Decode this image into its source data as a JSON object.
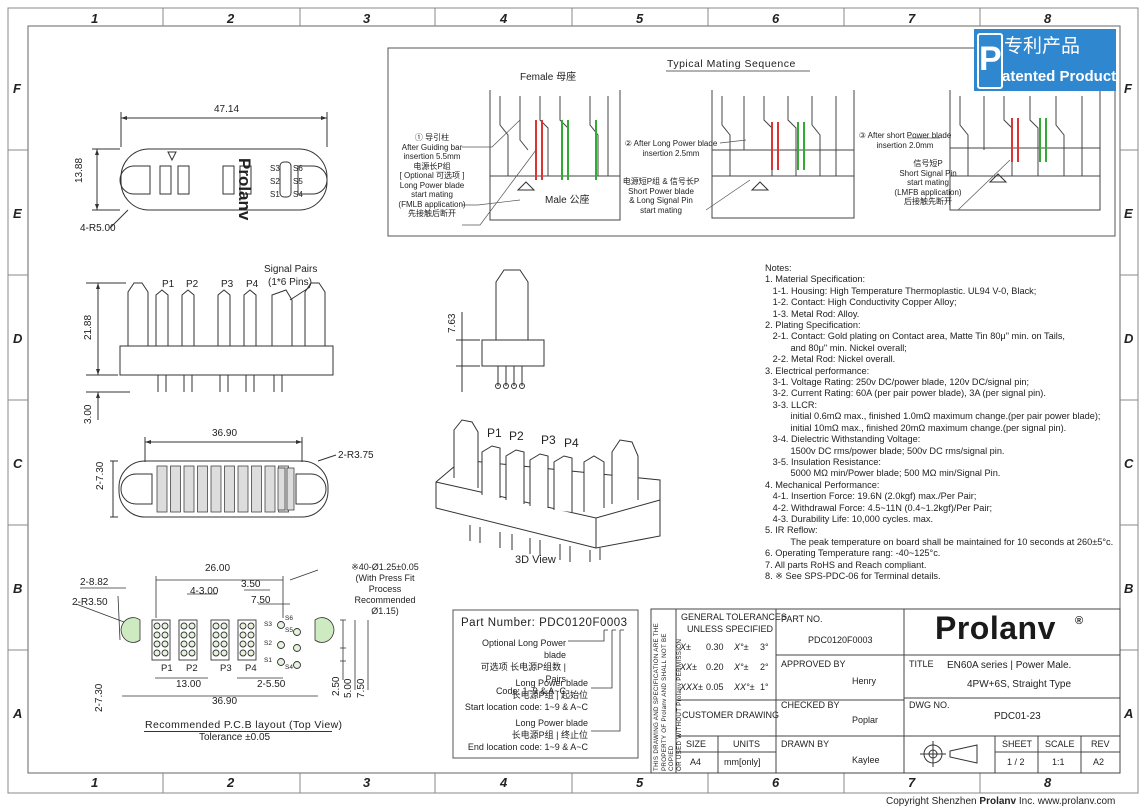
{
  "frame": {
    "columns": [
      "1",
      "2",
      "3",
      "4",
      "5",
      "6",
      "7",
      "8"
    ],
    "rows": [
      "F",
      "E",
      "D",
      "C",
      "B",
      "A"
    ]
  },
  "badge": {
    "line1": "专利产品",
    "line2": "atented Product",
    "letter": "P"
  },
  "mating": {
    "title": "Typical Mating Sequence",
    "female": "Female 母座",
    "male": "Male 公座",
    "step1": [
      "① 导引柱",
      "After Guiding bar",
      "insertion 5.5mm",
      "电源长P组",
      "[ Optional  可选项 ]",
      "Long Power blade",
      "start mating",
      "(FMLB application)",
      "先接触后断开"
    ],
    "step2a": [
      "② After Long Power blade",
      "insertion 2.5mm"
    ],
    "step2b": [
      "电源短P组 & 信号长P",
      "Short Power blade",
      "& Long Signal Pin",
      "start mating"
    ],
    "step3a": [
      "③ After short Power blade",
      "insertion 2.0mm"
    ],
    "step3b": [
      "信号短P",
      "Short Signal Pin",
      "start mating",
      "(LMFB application)",
      "后接触先断开"
    ]
  },
  "top_view": {
    "dim_width": "47.14",
    "dim_height": "13.88",
    "dim_radius": "4-R5.00",
    "brand": "Prolanv",
    "signal_labels": [
      "S3",
      "S6",
      "S2",
      "S5",
      "S1",
      "S4"
    ]
  },
  "side_view": {
    "pin_labels": [
      "P1",
      "P2",
      "P3",
      "P4"
    ],
    "signal_label": "Signal Pairs",
    "signal_sub": "(1*6 Pins)",
    "dim_height": "21.88",
    "dim_tail": "3.00",
    "dim_side": "7.63"
  },
  "bottom_view": {
    "dim_width": "36.90",
    "dim_height": "2-7.30",
    "dim_radius": "2-R3.75"
  },
  "iso_view": {
    "pin_labels": [
      "P1",
      "P2",
      "P3",
      "P4"
    ],
    "caption": "3D View"
  },
  "pcb": {
    "dims": {
      "d26": "26.00",
      "d4_3": "4-3.00",
      "d3_50": "3.50",
      "d7_50": "7.50",
      "d13": "13.00",
      "d2_5_50": "2-5.50",
      "d36_90": "36.90",
      "d2_8_82": "2-8.82",
      "d2_r3_50": "2-R3.50",
      "d2_7_30": "2-7.30",
      "d2_50": "2.50",
      "d5_00": "5.00",
      "d7_50v": "7.50"
    },
    "hole_note": [
      "※40-Ø1.25±0.05",
      "(With Press Fit Process",
      "Recommended Ø1.15)"
    ],
    "pin_labels": [
      "P1",
      "P2",
      "P3",
      "P4"
    ],
    "sig_labels": [
      "S6",
      "S3",
      "S5",
      "S2",
      "S1",
      "S4"
    ],
    "caption": "Recommended P.C.B layout (Top View)",
    "tolerance": "Tolerance ±0.05"
  },
  "part_number": {
    "label": "Part Number: PDC0120F0003",
    "g1": [
      "Optional Long Power blade",
      "可选项 长电源P组数 | Pairs",
      "Code: 1~9  & A~C"
    ],
    "g2": [
      "Long Power blade",
      "长电源P组 | 起始位",
      "Start location code: 1~9 & A~C"
    ],
    "g3": [
      "Long Power blade",
      "长电源P组 | 终止位",
      "End location code: 1~9  & A~C"
    ]
  },
  "notes": [
    "Notes:",
    "1. Material Specification:",
    "   1-1. Housing: High Temperature Thermoplastic. UL94 V-0, Black;",
    "   1-2. Contact: High Conductivity Copper Alloy;",
    "   1-3. Metal Rod: Alloy.",
    "2. Plating Specification:",
    "   2-1. Contact: Gold plating on Contact area, Matte Tin 80μ\" min. on Tails,",
    "          and 80μ\" min. Nickel overall;",
    "   2-2. Metal Rod: Nickel overall.",
    "3. Electrical performance:",
    "   3-1. Voltage Rating: 250v DC/power blade, 120v DC/signal pin;",
    "   3-2. Current Rating: 60A (per pair power blade), 3A (per signal pin).",
    "   3-3. LLCR:",
    "          initial 0.6mΩ max., finished 1.0mΩ maximum change.(per pair power blade);",
    "          initial 10mΩ max., finished 20mΩ maximum change.(per signal pin).",
    "   3-4. Dielectric Withstanding Voltage:",
    "          1500v DC rms/power blade; 500v DC rms/signal pin.",
    "   3-5. Insulation Resistance:",
    "          5000 MΩ min/Power blade; 500 MΩ min/Signal Pin.",
    "4. Mechanical Performance:",
    "   4-1. Insertion Force: 19.6N (2.0kgf) max./Per Pair;",
    "   4-2. Withdrawal Force: 4.5~11N (0.4~1.2kgf)/Per Pair;",
    "   4-3. Durability Life: 10,000 cycles. max.",
    "5. IR Reflow:",
    "          The peak temperature on board shall be maintained for 10 seconds at 260±5°c.",
    "6. Operating Temperature rang: -40~125°c.",
    "7. All parts RoHS and Reach compliant.",
    "8. ※ See SPS-PDC-06 for Terminal details."
  ],
  "title_block": {
    "vertical_text": [
      "THIS DRAWING AND SPECIFICATION ARE THE",
      "PROPERTY OF Prolanv AND SHALL NOT BE COPIED",
      "OR USED WITHOUT Prolanv PERMISSION"
    ],
    "gen_tol": "GENERAL TOLERANCES",
    "unless": "UNLESS  SPECIFIED",
    "tol_rows": [
      {
        "a": "X±",
        "b": "0.30",
        "c": "X°±",
        "d": "3°"
      },
      {
        "a": "XX±",
        "b": "0.20",
        "c": "X°±",
        "d": "2°"
      },
      {
        "a": "XXX±",
        "b": "0.05",
        "c": "XX°±",
        "d": "1°"
      }
    ],
    "customer_drawing": "CUSTOMER DRAWING",
    "size_label": "SIZE",
    "size_value": "A4",
    "units_label": "UNITS",
    "units_value": "mm[only]",
    "part_no_label": "PART NO.",
    "part_no_value": "PDC0120F0003",
    "approved_label": "APPROVED BY",
    "approved_value": "Henry",
    "checked_label": "CHECKED BY",
    "checked_value": "Poplar",
    "drawn_label": "DRAWN BY",
    "drawn_value": "Kaylee",
    "logo": "Prolanv",
    "title_label": "TITLE",
    "title_value1": "EN60A series | Power Male.",
    "title_value2": "4PW+6S, Straight Type",
    "dwg_label": "DWG NO.",
    "dwg_value": "PDC01-23",
    "sheet_label": "SHEET",
    "sheet_value": "1 / 2",
    "scale_label": "SCALE",
    "scale_value": "1:1",
    "rev_label": "REV",
    "rev_value": "A2"
  },
  "copyright": {
    "prefix": "Copyright Shenzhen",
    "brand": "Prolanv",
    "suffix": "Inc. www.prolanv.com"
  }
}
